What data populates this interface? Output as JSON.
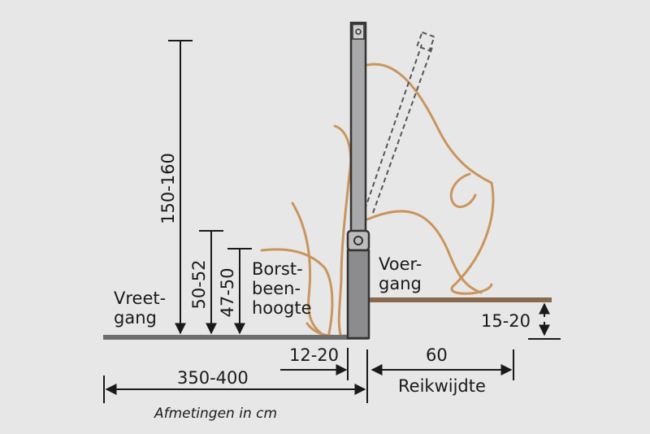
{
  "colors": {
    "background": "#e7e7e8",
    "ink": "#1a1a1a",
    "cow_outline": "#c9955d",
    "post_fill": "#a9a9ab",
    "floor_brown": "#8a6a4f"
  },
  "labels": {
    "vreetgang_line1": "Vreet-",
    "vreetgang_line2": "gang",
    "voergang_line1": "Voer-",
    "voergang_line2": "gang",
    "borstbeen_line1": "Borst-",
    "borstbeen_line2": "been-",
    "borstbeen_line3": "hoogte",
    "reikwijdte": "Reikwijdte",
    "footer": "Afmetingen in cm"
  },
  "dimensions": {
    "height_total": "150-160",
    "height_rail": "50-52",
    "height_sternum": "47-50",
    "offset_post": "12-20",
    "width_stand": "350-400",
    "reach": "60",
    "feed_table_height": "15-20"
  }
}
